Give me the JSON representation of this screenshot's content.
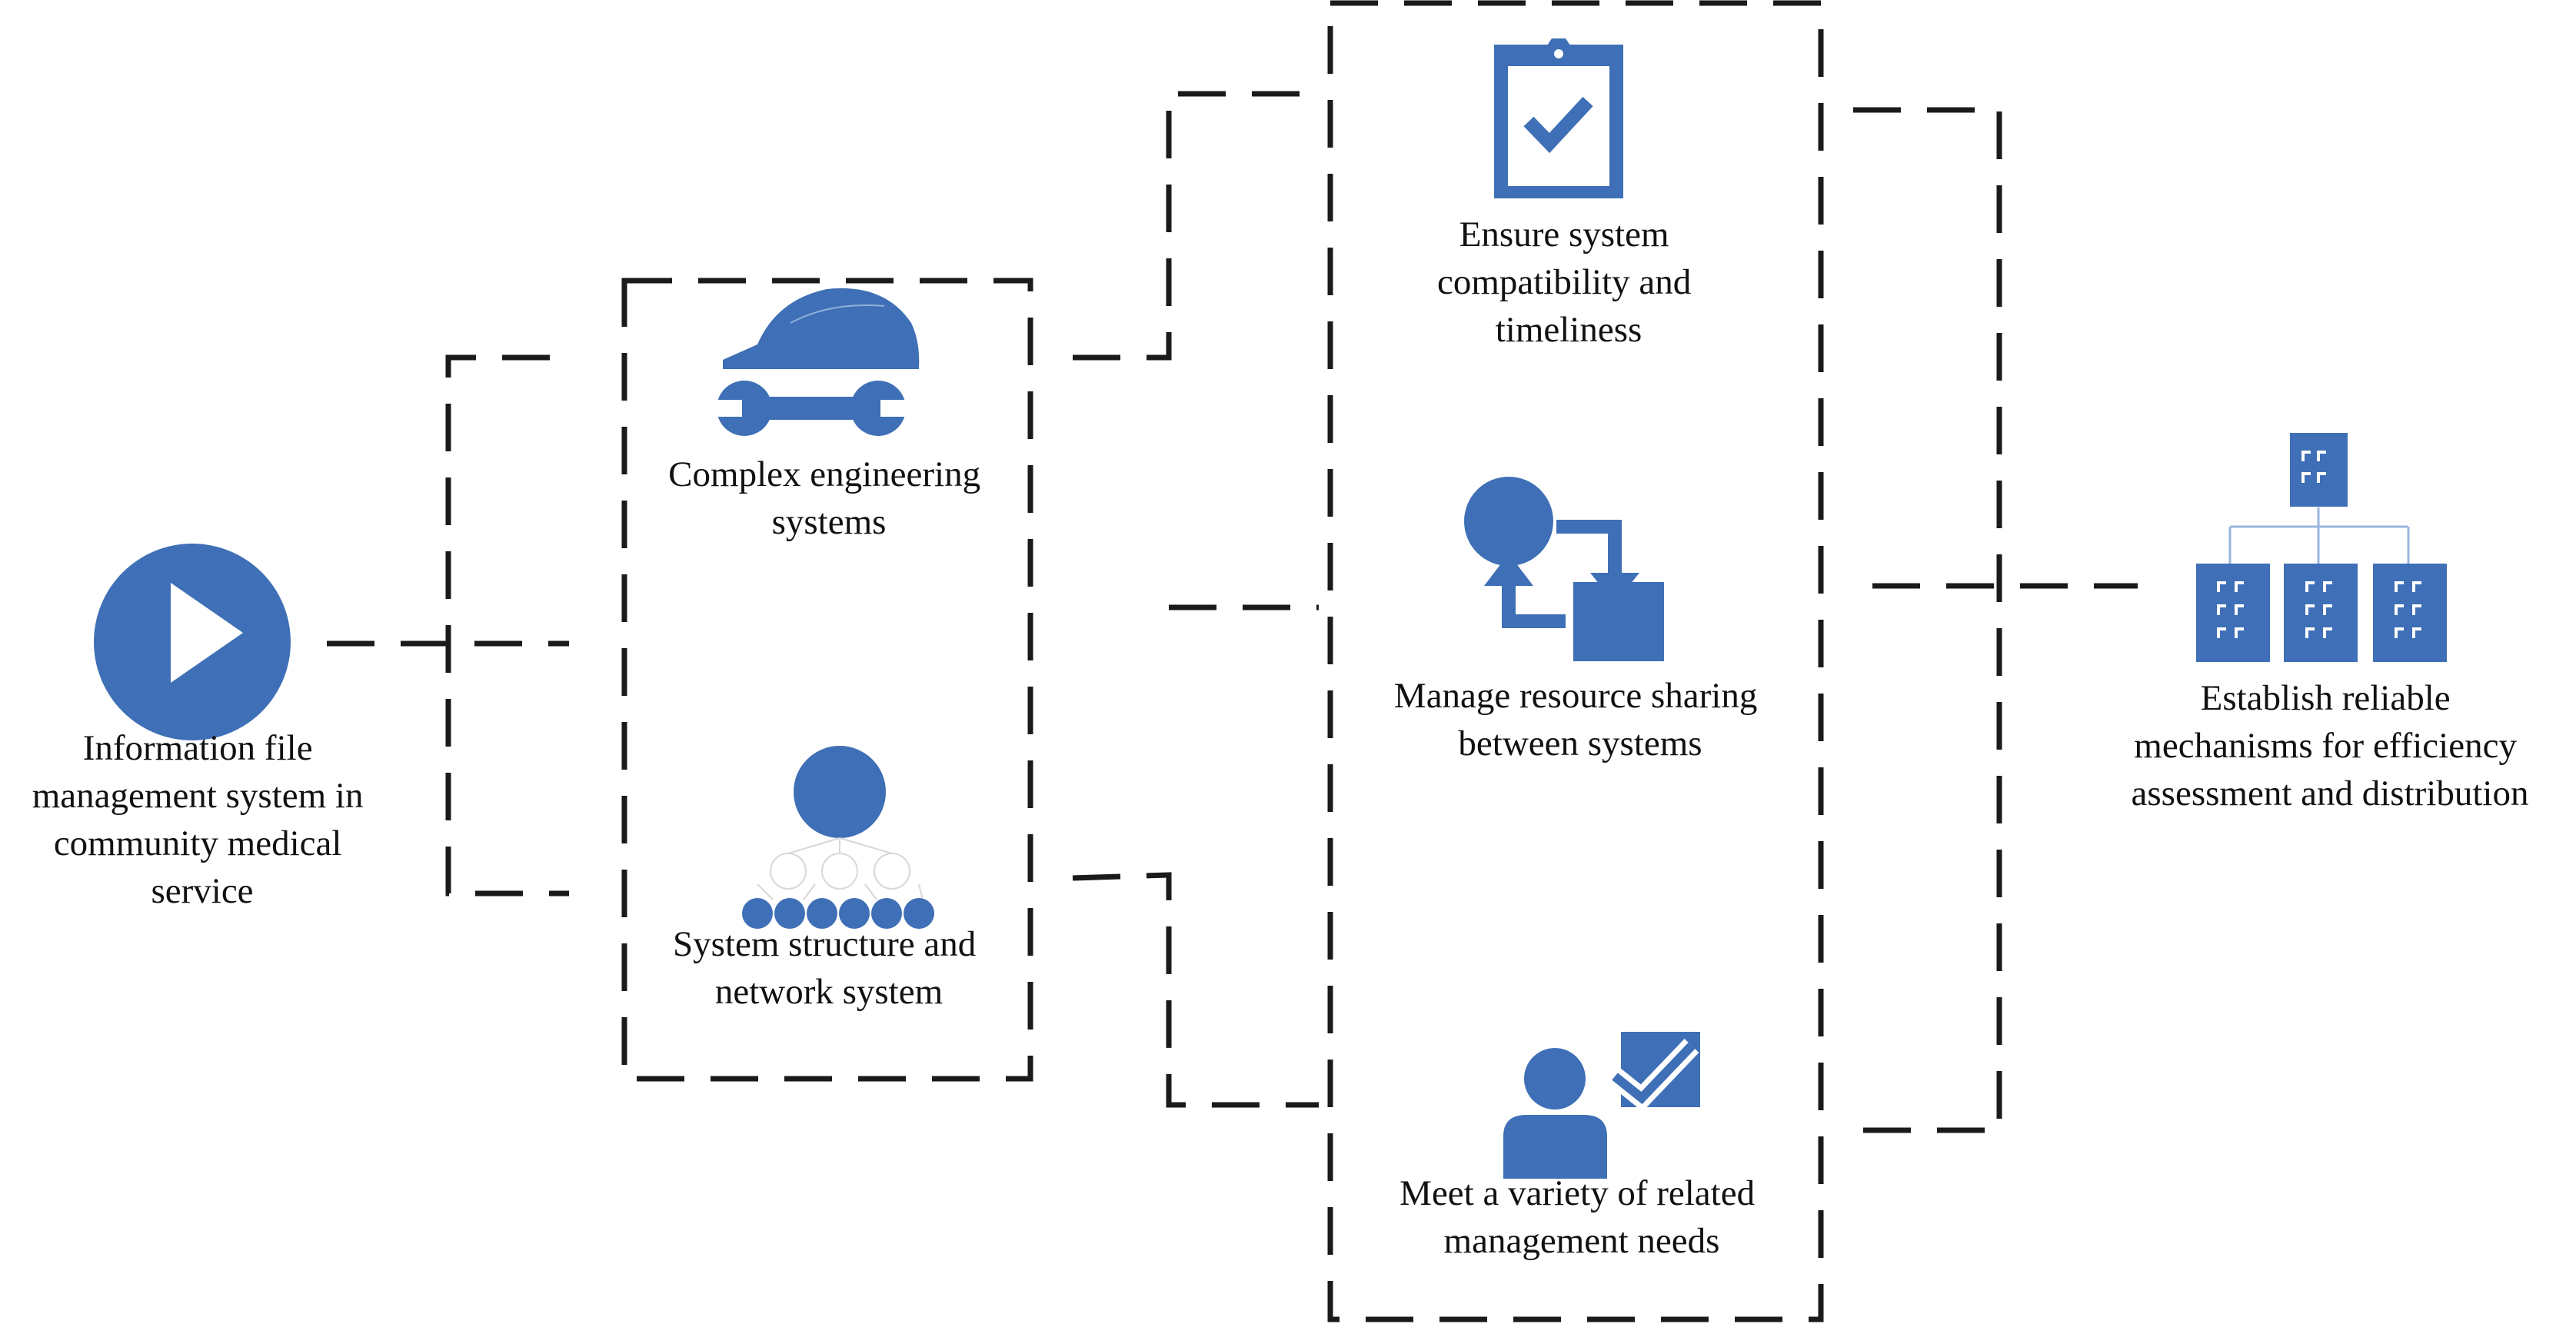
{
  "colors": {
    "accent": "#3f6fb6",
    "line": "#1a1a1a",
    "text": "#111111"
  },
  "nodes": {
    "source": {
      "icon": "play-icon",
      "label": [
        "Information file",
        "management system in",
        "community medical",
        "service"
      ]
    },
    "engineering": {
      "icon": "hard-hat-wrench-icon",
      "label": [
        "Complex engineering",
        "systems"
      ]
    },
    "structure": {
      "icon": "org-hierarchy-icon",
      "label": [
        "System structure and",
        "network system"
      ]
    },
    "compatibility": {
      "icon": "clipboard-check-icon",
      "label": [
        "Ensure system",
        "compatibility and",
        "timeliness"
      ]
    },
    "sharing": {
      "icon": "resource-exchange-icon",
      "label": [
        "Manage resource sharing",
        "between systems"
      ]
    },
    "needs": {
      "icon": "person-checkbox-icon",
      "label": [
        "Meet a variety of related",
        "management needs"
      ]
    },
    "mechanisms": {
      "icon": "buildings-hierarchy-icon",
      "label": [
        "Establish reliable",
        "mechanisms for efficiency",
        "assessment and distribution"
      ]
    }
  }
}
